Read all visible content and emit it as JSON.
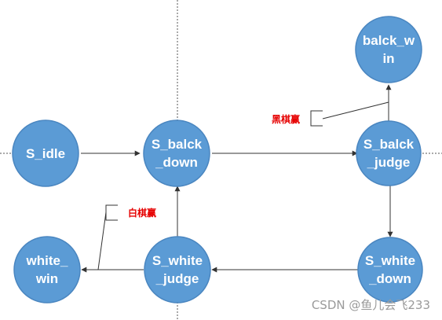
{
  "nodes": {
    "s_idle": {
      "line1": "S_idle",
      "line2": ""
    },
    "s_balck_down": {
      "line1": "S_balck",
      "line2": "_down"
    },
    "s_balck_judge": {
      "line1": "S_balck",
      "line2": "_judge"
    },
    "balck_win": {
      "line1": "balck_w",
      "line2": "in"
    },
    "s_white_down": {
      "line1": "S_white",
      "line2": "_down"
    },
    "s_white_judge": {
      "line1": "S_white",
      "line2": "_judge"
    },
    "white_win": {
      "line1": "white_",
      "line2": "win"
    }
  },
  "annotations": {
    "black_wins": "黑棋赢",
    "white_wins": "白棋赢"
  },
  "watermark": "CSDN @鱼儿会飞233",
  "colors": {
    "node_fill": "#5B9BD5",
    "node_stroke": "#4A86C0",
    "annotation_text": "#E60000",
    "line": "#333333",
    "watermark": "#9A9A9A"
  }
}
